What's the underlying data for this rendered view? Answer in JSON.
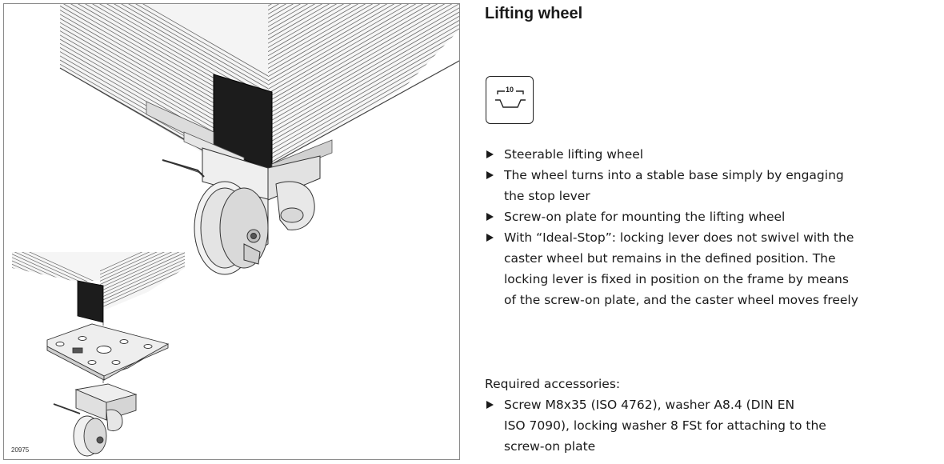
{
  "figure": {
    "id": "20975"
  },
  "title": "Lifting wheel",
  "badge": {
    "value": "10",
    "icon": "mounting-height-icon"
  },
  "features": [
    {
      "lines": [
        "Steerable lifting wheel"
      ]
    },
    {
      "lines": [
        "The wheel turns into a stable base simply by engaging",
        "the stop lever"
      ]
    },
    {
      "lines": [
        "Screw-on plate for mounting the lifting wheel"
      ]
    },
    {
      "lines": [
        "With “Ideal-Stop”: locking lever does not swivel with the",
        "caster wheel but remains in the defined position. The",
        "locking lever is fixed in position on the frame by means",
        "of the screw-on plate, and the caster wheel moves freely"
      ]
    }
  ],
  "accessories": {
    "label": "Required accessories:",
    "items": [
      {
        "lines": [
          "Screw M8x35 (ISO 4762), washer A8.4 (DIN EN",
          "ISO 7090), locking washer 8 FSt for attaching to the",
          "screw-on plate"
        ]
      }
    ]
  }
}
